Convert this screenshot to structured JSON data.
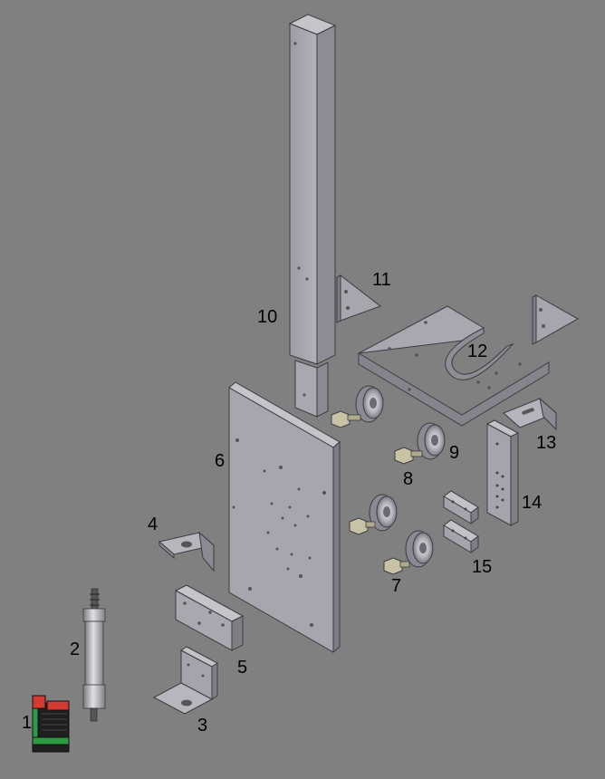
{
  "colors": {
    "background": "#808080",
    "part_face": "#a4a4ac",
    "part_light": "#c2c2c8",
    "part_dark": "#7c7c84",
    "edge": "#3c3c40",
    "block_green": "#2e9a46",
    "block_red": "#d23a32",
    "hardware_tan": "#c8c3a4"
  },
  "labels": {
    "p1": "1",
    "p2": "2",
    "p3": "3",
    "p4": "4",
    "p5": "5",
    "p6": "6",
    "p7": "7",
    "p8": "8",
    "p9": "9",
    "p10": "10",
    "p11": "11",
    "p12": "12",
    "p13": "13",
    "p14": "14",
    "p15": "15"
  }
}
